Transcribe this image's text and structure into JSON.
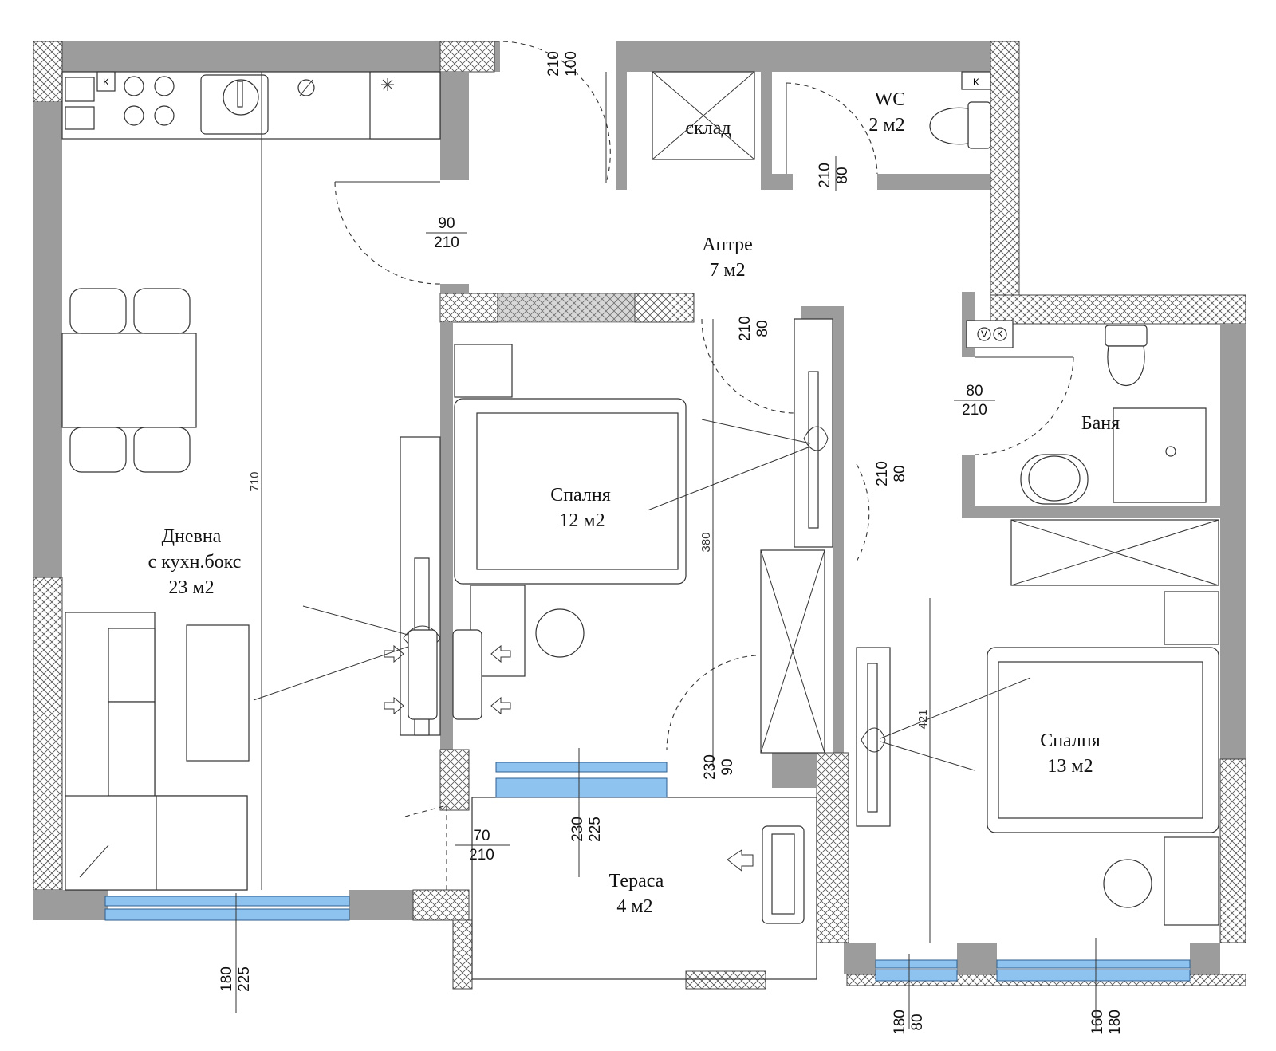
{
  "rooms": {
    "living_name": "Дневна",
    "living_sub": "с кухн.бокс",
    "living_area": "23 м2",
    "hall_name": "Антре",
    "hall_area": "7 м2",
    "wc_name": "WC",
    "wc_area": "2 м2",
    "storage_name": "склад",
    "bedroom1_name": "Спалня",
    "bedroom1_area": "12 м2",
    "bath_name": "Баня",
    "bedroom2_name": "Спалня",
    "bedroom2_area": "13 м2",
    "terrace_name": "Тераса",
    "terrace_area": "4 м2"
  },
  "dimensions": {
    "entry_door": [
      "210",
      "100"
    ],
    "wc_door": [
      "210",
      "80"
    ],
    "living_door": [
      "90",
      "210"
    ],
    "bedroom1_door": [
      "210",
      "80"
    ],
    "bath_door": [
      "80",
      "210"
    ],
    "bedroom2_door": [
      "210",
      "80"
    ],
    "terrace_door_bed1": [
      "230",
      "90"
    ],
    "terrace_window": [
      "230",
      "225"
    ],
    "terrace_side_door": [
      "70",
      "210"
    ],
    "living_window": [
      "180",
      "225"
    ],
    "bedroom2_window_left": [
      "180",
      "80"
    ],
    "bedroom2_window_right": [
      "160",
      "180"
    ],
    "living_depth": "710",
    "bedroom1_depth": "380",
    "bedroom2_depth": "421"
  },
  "fixtures": {
    "boiler_k": "K",
    "boiler_v": "V"
  },
  "colors": {
    "wall": "#9c9c9c",
    "glass": "#8fc3ef"
  }
}
